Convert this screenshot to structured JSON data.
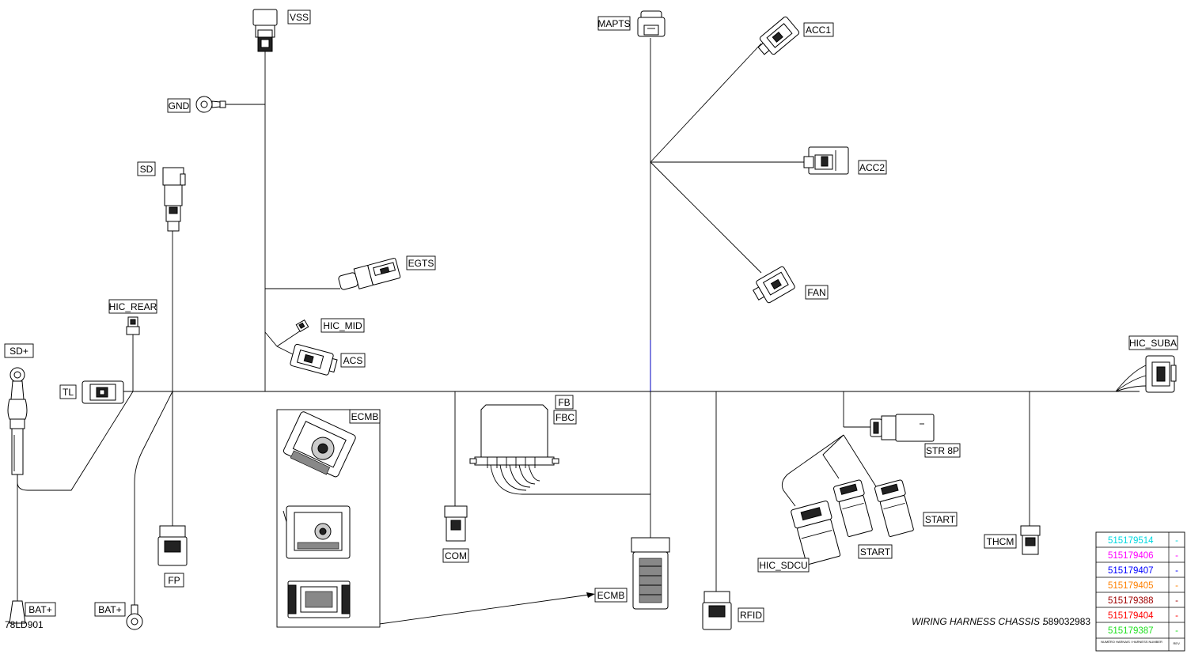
{
  "labels": {
    "vss": "VSS",
    "mapts": "MAPTS",
    "acc1": "ACC1",
    "gnd": "GND",
    "sd": "SD",
    "acc2": "ACC2",
    "egts": "EGTS",
    "fan": "FAN",
    "hic_rear": "HIC_REAR",
    "hic_mid": "HIC_MID",
    "acs": "ACS",
    "sd_plus": "SD+",
    "hic_suba": "HIC_SUBA",
    "tl": "TL",
    "fb": "FB",
    "fbc": "FBC",
    "ecmb_box": "ECMB",
    "str8p": "STR 8P",
    "start_1": "START",
    "start_2": "START",
    "thcm": "THCM",
    "com": "COM",
    "fp": "FP",
    "hic_sdcu": "HIC_SDCU",
    "ecmb": "ECMB",
    "bat_plus_1": "BAT+",
    "bat_plus_2": "BAT+",
    "rfid": "RFID"
  },
  "footer": {
    "drawing_id": "78LD901",
    "title": "WIRING HARNESS  CHASSIS :",
    "part_number": "589032983"
  },
  "revision_table": {
    "rows": [
      {
        "number": "515179514",
        "rev": "-",
        "color": "#00d8e0"
      },
      {
        "number": "515179406",
        "rev": "-",
        "color": "#ff00ff"
      },
      {
        "number": "515179407",
        "rev": "-",
        "color": "#0000ff"
      },
      {
        "number": "515179405",
        "rev": "-",
        "color": "#ff8000"
      },
      {
        "number": "515179388",
        "rev": "-",
        "color": "#a00000"
      },
      {
        "number": "515179404",
        "rev": "-",
        "color": "#ff0000"
      },
      {
        "number": "515179387",
        "rev": "-",
        "color": "#20e020"
      }
    ],
    "header_number": "NUMÉRO HARNAIS / HARNESS NUMBER",
    "header_rev": "REV."
  }
}
